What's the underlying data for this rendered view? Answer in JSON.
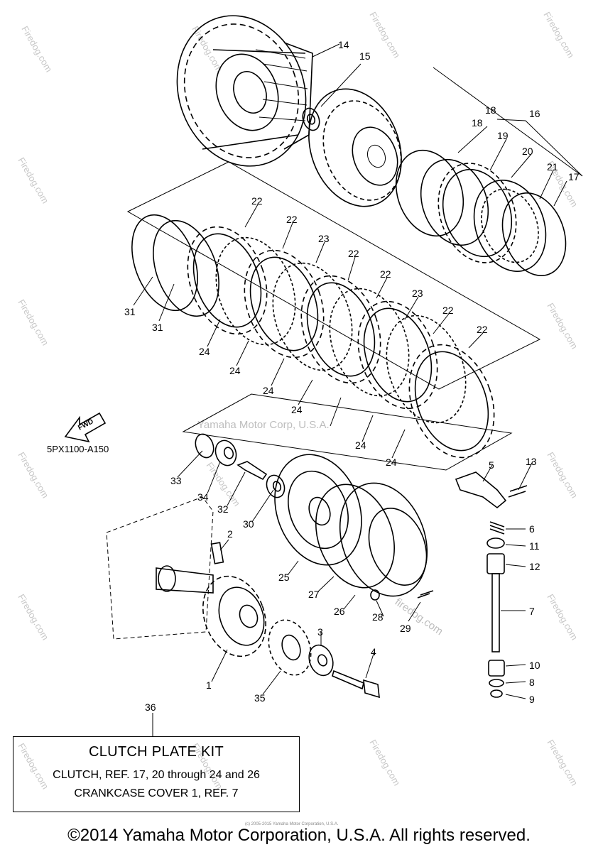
{
  "diagram_code": "5PX1100-A150",
  "fwd_label": "FWD",
  "watermark_text": "Yamaha Motor Corp, U.S.A.",
  "watermark_brand": "Firedog.com",
  "watermark_url": "firedog.com",
  "tiny_credit": "(c) 2005-2015 Yamaha Motor Corporation, U.S.A.",
  "callouts": [
    {
      "id": "14",
      "label": "14"
    },
    {
      "id": "15",
      "label": "15"
    },
    {
      "id": "16",
      "label": "16"
    },
    {
      "id": "17",
      "label": "17"
    },
    {
      "id": "18a",
      "label": "18"
    },
    {
      "id": "18b",
      "label": "18"
    },
    {
      "id": "19",
      "label": "19"
    },
    {
      "id": "20",
      "label": "20"
    },
    {
      "id": "21",
      "label": "21"
    },
    {
      "id": "22a",
      "label": "22"
    },
    {
      "id": "22b",
      "label": "22"
    },
    {
      "id": "22c",
      "label": "22"
    },
    {
      "id": "22d",
      "label": "22"
    },
    {
      "id": "22e",
      "label": "22"
    },
    {
      "id": "22f",
      "label": "22"
    },
    {
      "id": "23a",
      "label": "23"
    },
    {
      "id": "23b",
      "label": "23"
    },
    {
      "id": "24a",
      "label": "24"
    },
    {
      "id": "24b",
      "label": "24"
    },
    {
      "id": "24c",
      "label": "24"
    },
    {
      "id": "24d",
      "label": "24"
    },
    {
      "id": "24e",
      "label": "24"
    },
    {
      "id": "24f",
      "label": "24"
    },
    {
      "id": "31a",
      "label": "31"
    },
    {
      "id": "31b",
      "label": "31"
    },
    {
      "id": "33",
      "label": "33"
    },
    {
      "id": "34",
      "label": "34"
    },
    {
      "id": "32",
      "label": "32"
    },
    {
      "id": "30",
      "label": "30"
    },
    {
      "id": "2",
      "label": "2"
    },
    {
      "id": "25",
      "label": "25"
    },
    {
      "id": "27",
      "label": "27"
    },
    {
      "id": "26",
      "label": "26"
    },
    {
      "id": "28",
      "label": "28"
    },
    {
      "id": "29",
      "label": "29"
    },
    {
      "id": "5",
      "label": "5"
    },
    {
      "id": "13",
      "label": "13"
    },
    {
      "id": "6",
      "label": "6"
    },
    {
      "id": "11",
      "label": "11"
    },
    {
      "id": "12",
      "label": "12"
    },
    {
      "id": "7",
      "label": "7"
    },
    {
      "id": "10",
      "label": "10"
    },
    {
      "id": "8",
      "label": "8"
    },
    {
      "id": "9",
      "label": "9"
    },
    {
      "id": "1",
      "label": "1"
    },
    {
      "id": "35",
      "label": "35"
    },
    {
      "id": "3",
      "label": "3"
    },
    {
      "id": "4",
      "label": "4"
    },
    {
      "id": "36",
      "label": "36"
    }
  ],
  "kit_box": {
    "title": "CLUTCH PLATE KIT",
    "line1": "CLUTCH, REF. 17, 20 through 24 and 26",
    "line2": "CRANKCASE COVER 1, REF. 7"
  },
  "copyright": "©2014 Yamaha Motor Corporation, U.S.A. All rights reserved."
}
